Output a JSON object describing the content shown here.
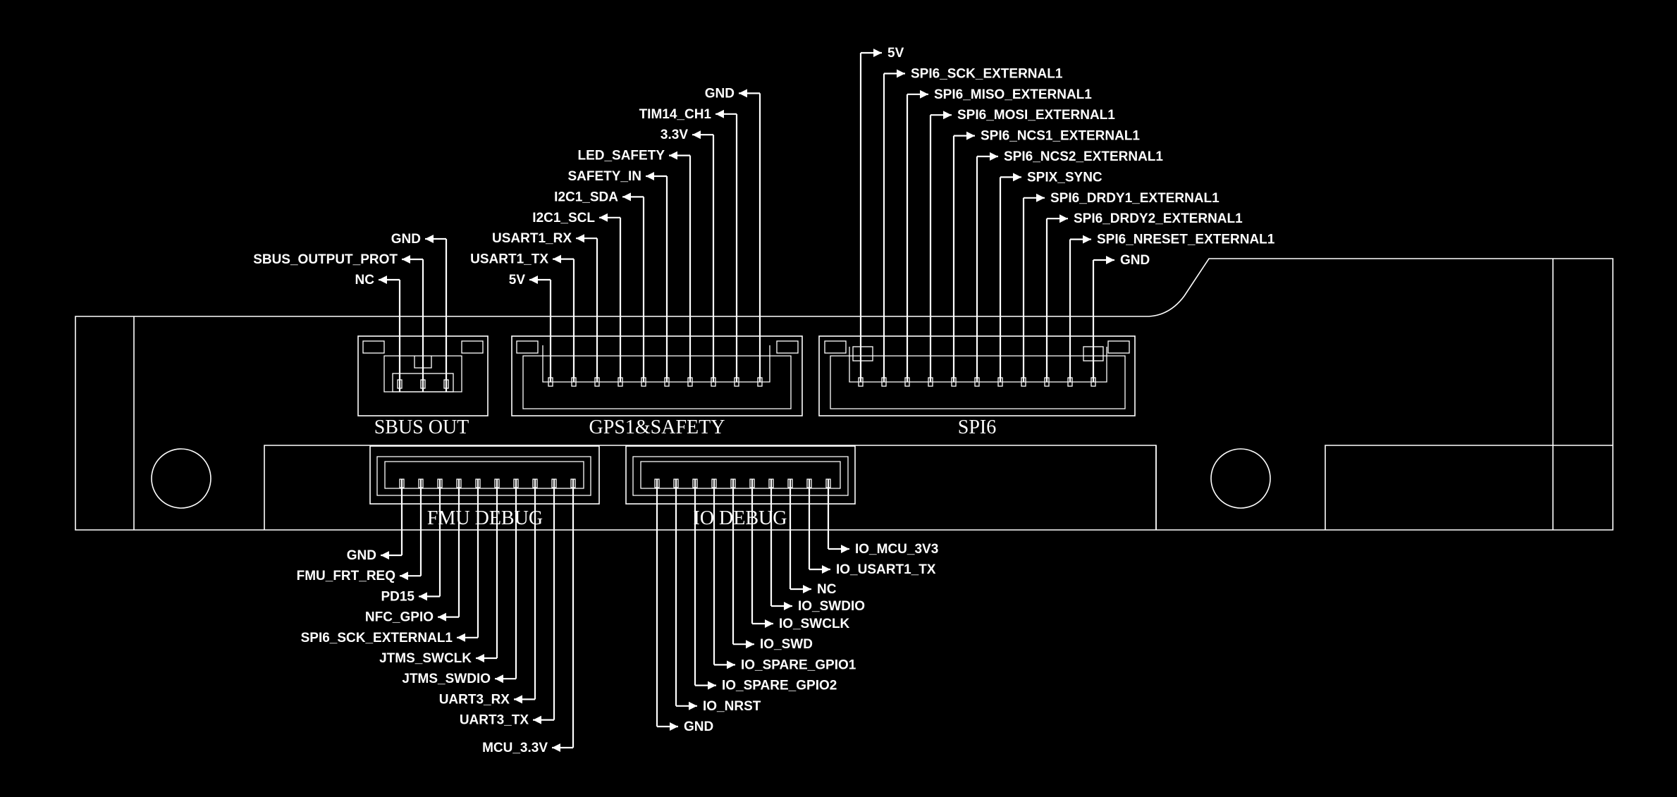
{
  "connectors": {
    "sbus_out": {
      "label": "SBUS OUT",
      "pins": [
        "NC",
        "SBUS_OUTPUT_PROT",
        "GND"
      ]
    },
    "gps1_safety": {
      "label": "GPS1&SAFETY",
      "pins": [
        "5V",
        "USART1_TX",
        "USART1_RX",
        "I2C1_SCL",
        "I2C1_SDA",
        "SAFETY_IN",
        "LED_SAFETY",
        "3.3V",
        "TIM14_CH1",
        "GND"
      ]
    },
    "spi6": {
      "label": "SPI6",
      "pins": [
        "5V",
        "SPI6_SCK_EXTERNAL1",
        "SPI6_MISO_EXTERNAL1",
        "SPI6_MOSI_EXTERNAL1",
        "SPI6_NCS1_EXTERNAL1",
        "SPI6_NCS2_EXTERNAL1",
        "SPIX_SYNC",
        "SPI6_DRDY1_EXTERNAL1",
        "SPI6_DRDY2_EXTERNAL1",
        "SPI6_NRESET_EXTERNAL1",
        "GND"
      ]
    },
    "fmu_debug": {
      "label": "FMU DEBUG",
      "pins": [
        "GND",
        "FMU_FRT_REQ",
        "PD15",
        "NFC_GPIO",
        "SPI6_SCK_EXTERNAL1",
        "JTMS_SWCLK",
        "JTMS_SWDIO",
        "UART3_RX",
        "UART3_TX",
        "MCU_3.3V"
      ]
    },
    "io_debug": {
      "label": "IO DEBUG",
      "pins": [
        "GND",
        "IO_NRST",
        "IO_SPARE_GPIO2",
        "IO_SPARE_GPIO1",
        "IO_SWD",
        "IO_SWCLK",
        "IO_SWDIO",
        "NC",
        "IO_USART1_TX",
        "IO_MCU_3V3"
      ]
    }
  }
}
